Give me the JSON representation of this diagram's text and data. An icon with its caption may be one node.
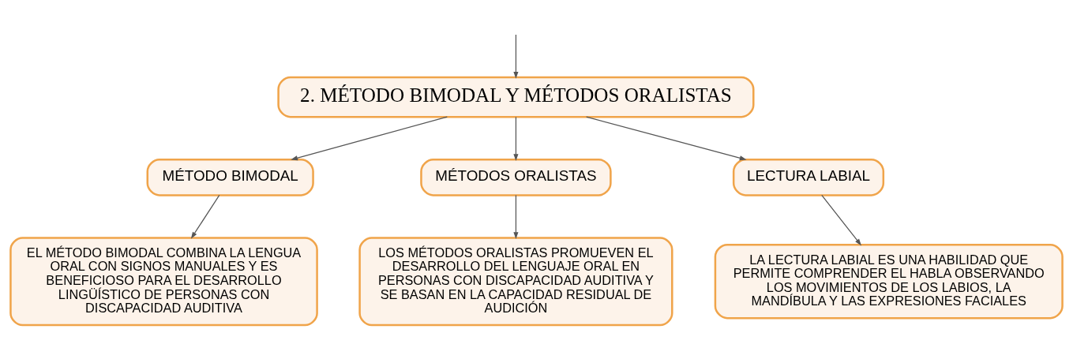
{
  "diagram": {
    "nodes": [
      {
        "text": [
          "2. MÉTODO BIMODAL Y MÉTODOS ORALISTAS"
        ]
      },
      {
        "text": [
          "MÉTODO BIMODAL"
        ]
      },
      {
        "text": [
          "MÉTODOS ORALISTAS"
        ]
      },
      {
        "text": [
          "LECTURA LABIAL"
        ]
      },
      {
        "text": [
          "EL MÉTODO BIMODAL COMBINA LA LENGUA ORAL CON SIGNOS MANUALES Y ES BENEFICIOSO PARA EL DESARROLLO LINGÜÍSTICO DE PERSONAS CON DISCAPACIDAD AUDITIVA"
        ]
      },
      {
        "text": [
          "LOS MÉTODOS ORALISTAS PROMUEVEN EL DESARROLLO DEL LENGUAJE ORAL EN PERSONAS CON DISCAPACIDAD AUDITIVA Y SE BASAN EN LA CAPACIDAD RESIDUAL DE AUDICIÓN"
        ]
      },
      {
        "text": [
          "LA LECTURA LABIAL ES UNA HABILIDAD QUE PERMITE COMPRENDER EL HABLA OBSERVANDO LOS MOVIMIENTOS DE LOS LABIOS, LA MANDÍBULA Y LAS EXPRESIONES FACIALES"
        ]
      }
    ],
    "edges": [
      {
        "from": null,
        "to": 0,
        "arrow": "to"
      },
      {
        "from": 0,
        "to": 1,
        "arrow": "to"
      },
      {
        "from": 0,
        "to": 2,
        "arrow": "to"
      },
      {
        "from": 0,
        "to": 3,
        "arrow": "to"
      },
      {
        "from": 1,
        "to": 4,
        "arrow": "to"
      },
      {
        "from": 2,
        "to": 5,
        "arrow": "to"
      },
      {
        "from": 3,
        "to": 6,
        "arrow": "to"
      }
    ]
  }
}
